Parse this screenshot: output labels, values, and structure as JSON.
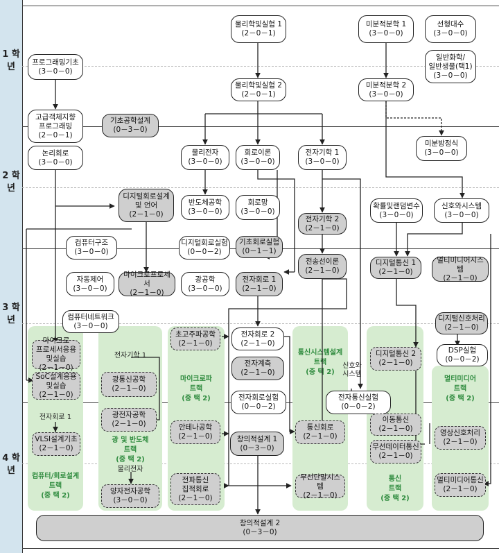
{
  "years": [
    "1\n학\n년",
    "2\n학\n년",
    "3\n학\n년",
    "4\n학\n년"
  ],
  "courses": {
    "prog_basic": "프로그래밍기초\n(3－0－0)",
    "physics_lab1": "물리학및실험 1\n(2－0－1)",
    "calculus1": "미분적분학 1\n(3－0－0)",
    "linear_algebra": "선형대수\n(3－0－0)",
    "chem_bio": "일반화학/\n일반생물(택1)\n(3－0－0)",
    "physics_lab2": "물리학및실험 2\n(2－0－1)",
    "calculus2": "미분적분학 2\n(3－0－0)",
    "adv_oop": "고급객체지향\n프로그래밍\n(2－0－1)",
    "basic_eng_design": "기초공학설계\n(0－3－0)",
    "logic_circuit": "논리회로\n(3－0－0)",
    "phys_electronics": "물리전자\n(3－0－0)",
    "circuit_theory": "회로이론\n(3－0－0)",
    "em1": "전자기학 1\n(3－0－0)",
    "diff_eq": "미분방정식\n(3－0－0)",
    "digital_design": "디지털회로설계\n및 언어\n(2－1－0)",
    "semiconductor": "반도체공학\n(3－0－0)",
    "network": "회로망\n(3－0－0)",
    "probability": "확률및랜덤변수\n(3－0－0)",
    "signals_systems": "신호와시스템\n(3－0－0)",
    "em2": "전자기학 2\n(2－1－0)",
    "comp_arch": "컴퓨터구조\n(3－0－0)",
    "digital_lab": "디지털회로실험\n(0－0－2)",
    "basic_circuit_lab": "기초회로실험\n(0－1－1)",
    "transmission": "전송선이론\n(2－1－0)",
    "digital_comm1": "디지털통신 1\n(2－1－0)",
    "multimedia_sys": "멀티미디어시스템\n(2－1－0)",
    "auto_control": "자동제어\n(3－0－0)",
    "microprocessor": "마이크로프로세서\n(2－1－0)",
    "optics": "광공학\n(3－0－0)",
    "elec_circuit1": "전자회로 1\n(2－1－0)",
    "comp_network": "컴퓨터네트워크\n(3－0－0)",
    "dsp": "디지털신호처리\n(2－1－0)",
    "micro_app": "마이크로\n프로세서응용\n및실습\n(2－1－0)",
    "soc_design": "SoC설계응용\n및실습\n(2－1－0)",
    "vlsi": "VLSI설계기초\n(2－1－0)",
    "ultra_high_freq": "초고주파공학\n(2－1－0)",
    "elec_circuit2": "전자회로 2\n(2－1－0)",
    "measurement": "전자계측\n(2－1－0)",
    "dsp_lab": "DSP실험\n(0－0－2)",
    "digital_comm2": "디지털통신 2\n(2－1－0)",
    "optical_comm": "광통신공학\n(2－1－0)",
    "photonics": "광전자공학\n(2－1－0)",
    "elec_circuit_lab": "전자회로실험\n(0－0－2)",
    "comm_lab": "전자통신실험\n(0－0－2)",
    "mobile_comm": "이동통신\n(2－1－0)",
    "wireless_data": "무선데이터통신\n(2－1－0)",
    "antenna": "안테나공학\n(2－1－0)",
    "comm_circuit": "통신회로\n(2－1－0)",
    "image_signal": "영상신호처리\n(2－1－0)",
    "creative_design1": "창의적설계 1\n(0－3－0)",
    "rf_ic": "전파통신\n집적회로\n(2－1－0)",
    "wireless_terminal": "무선단말시스템\n(2－1－0)",
    "quantum_electronics": "양자전자공학\n(3－0－0)",
    "multimedia_comm": "멀티미디어통신\n(2－1－0)",
    "creative_design2": "창의적설계 2\n(0－3－0)"
  },
  "tracks": {
    "computer": "컴퓨터/회로설계\n트랙\n(중 택 2)",
    "optics": "광 및 반도체\n트랙\n(중 택 2)",
    "microwave": "마이크로파\n트랙\n(중 택 2)",
    "comm_system": "통신시스템설계\n트랙\n(중 택 2)",
    "comm": "통신\n트랙\n(중 택 2)",
    "multimedia": "멀티미디어\n트랙\n(중 택 2)"
  },
  "notes": {
    "em1_pre": "전자기학 1",
    "circuit1_pre": "전자회로 1",
    "phys_elec_pre": "물리전자",
    "signals_pre": "신호와\n시스템"
  },
  "colors": {
    "sidebar": "#d3e4ee",
    "track_bg": "#d6ecd0",
    "track_text": "#2e8b3e",
    "gray_box": "#cfcfcf"
  }
}
